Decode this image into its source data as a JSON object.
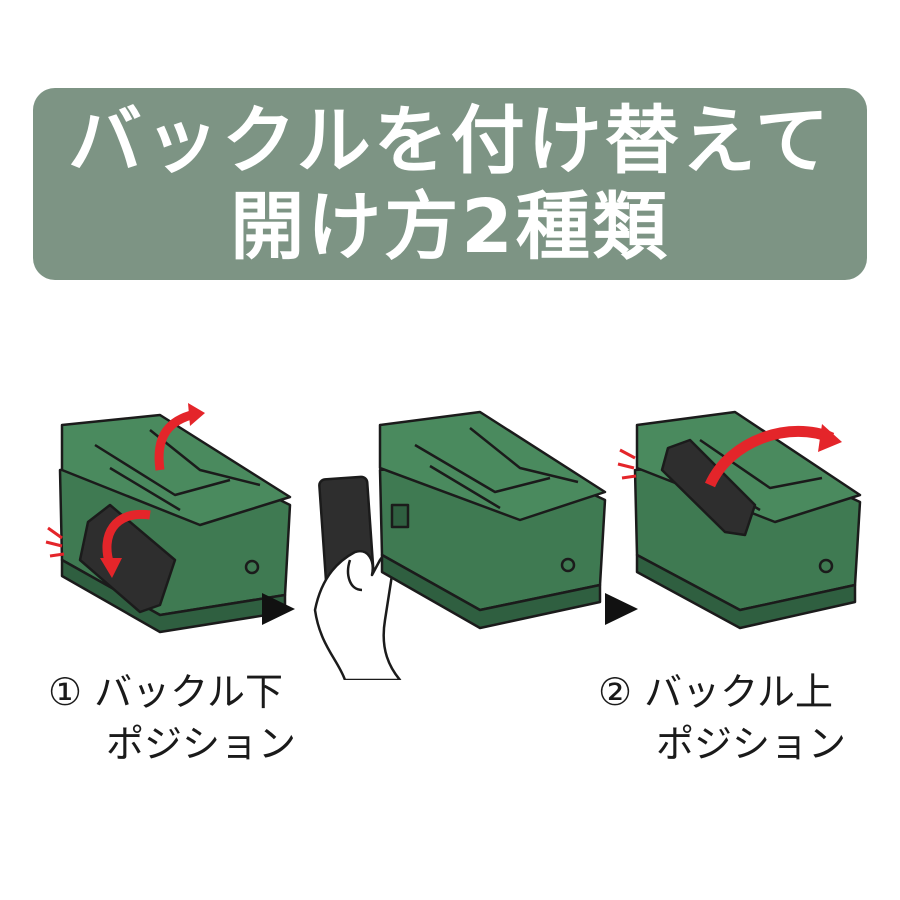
{
  "title": {
    "line1": "バックルを付け替えて",
    "line2": "開け方2種類"
  },
  "captions": [
    {
      "number": "①",
      "line1": "バックル下",
      "line2": "ポジション"
    },
    {
      "number": "②",
      "line1": "バックル上",
      "line2": "ポジション"
    }
  ],
  "colors": {
    "banner": "#7d9484",
    "case": "#3f7a52",
    "arrow": "#e4252a",
    "buckle": "#2e2e2e"
  }
}
